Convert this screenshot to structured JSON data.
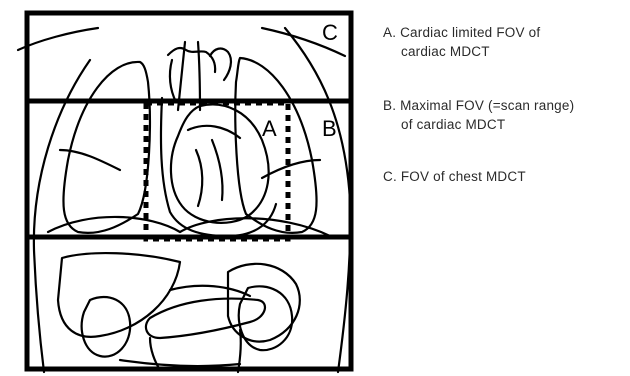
{
  "figure": {
    "box_labels": {
      "c": "C",
      "b": "B",
      "a": "A"
    }
  },
  "legend": {
    "items": [
      {
        "line1": "A. Cardiac limited FOV of",
        "line2": "cardiac MDCT"
      },
      {
        "line1": "B. Maximal FOV (=scan range)",
        "line2": "of cardiac MDCT"
      },
      {
        "line1": "C. FOV of chest MDCT",
        "line2": ""
      }
    ]
  },
  "colors": {
    "ink": "#000000",
    "legend_text": "#2b2b2b",
    "background": "#ffffff"
  }
}
